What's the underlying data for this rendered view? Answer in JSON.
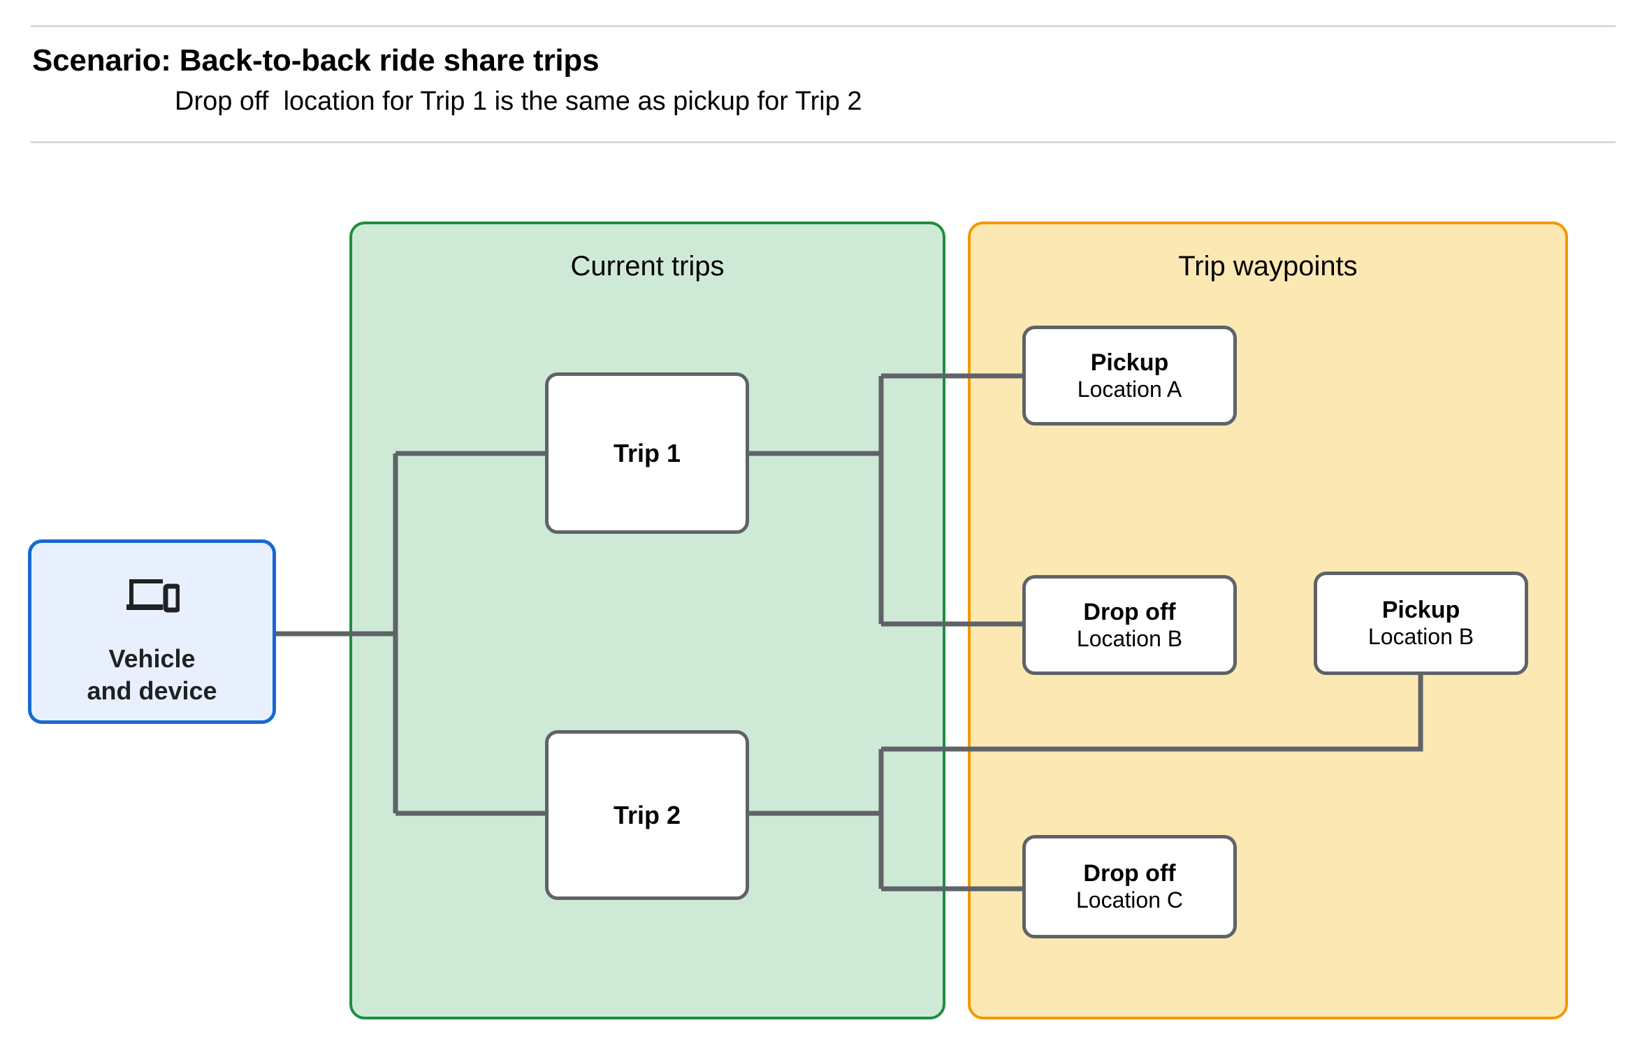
{
  "header": {
    "title": "Scenario: Back-to-back ride share trips",
    "subtitle": "Drop off  location for Trip 1 is the same as pickup for Trip 2"
  },
  "groups": {
    "current_trips": {
      "title": "Current trips",
      "fill": "#ceead6",
      "border": "#1e8e3e"
    },
    "trip_waypoints": {
      "title": "Trip waypoints",
      "fill": "#fce8b2",
      "border": "#f29900"
    }
  },
  "vehicle": {
    "label": "Vehicle\nand device",
    "icon": "devices-icon",
    "fill": "#e8f0fe",
    "border": "#1967d2"
  },
  "trips": [
    {
      "label": "Trip 1"
    },
    {
      "label": "Trip 2"
    }
  ],
  "waypoints": [
    {
      "type": "Pickup",
      "location": "Location A"
    },
    {
      "type": "Drop off",
      "location": "Location B"
    },
    {
      "type": "Pickup",
      "location": "Location B"
    },
    {
      "type": "Drop off",
      "location": "Location C"
    }
  ],
  "connector_color": "#5f6368",
  "node_border_color": "#5f6368"
}
